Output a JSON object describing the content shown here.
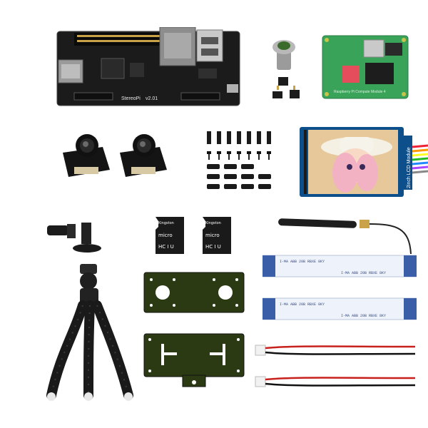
{
  "board": {
    "name_label": "StereoPi",
    "version_label": "v2.01"
  },
  "compute_module": {
    "brand_label": "Raspberry Pi Compute Module 4"
  },
  "sd_cards": [
    {
      "brand_label": "Kingston",
      "class_label": "micro",
      "speed_label": "HC I U"
    },
    {
      "brand_label": "Kingston",
      "class_label": "micro",
      "speed_label": "HC I U"
    }
  ],
  "lcd": {
    "side_label": "2inch LCD Module"
  },
  "ribbon_cables": [
    {
      "print_label": "I-MA  ABB  20B  RBXE  8KY"
    },
    {
      "print_label": "I-MA  ABB  20B  RBXE  8KY"
    }
  ],
  "colors": {
    "pcb_black": "#1b1b1b",
    "module_green": "#3aa35a",
    "plate_olive": "#2b3a12",
    "cable_blue": "#3a5fa8",
    "wire_red": "#c8201c"
  }
}
